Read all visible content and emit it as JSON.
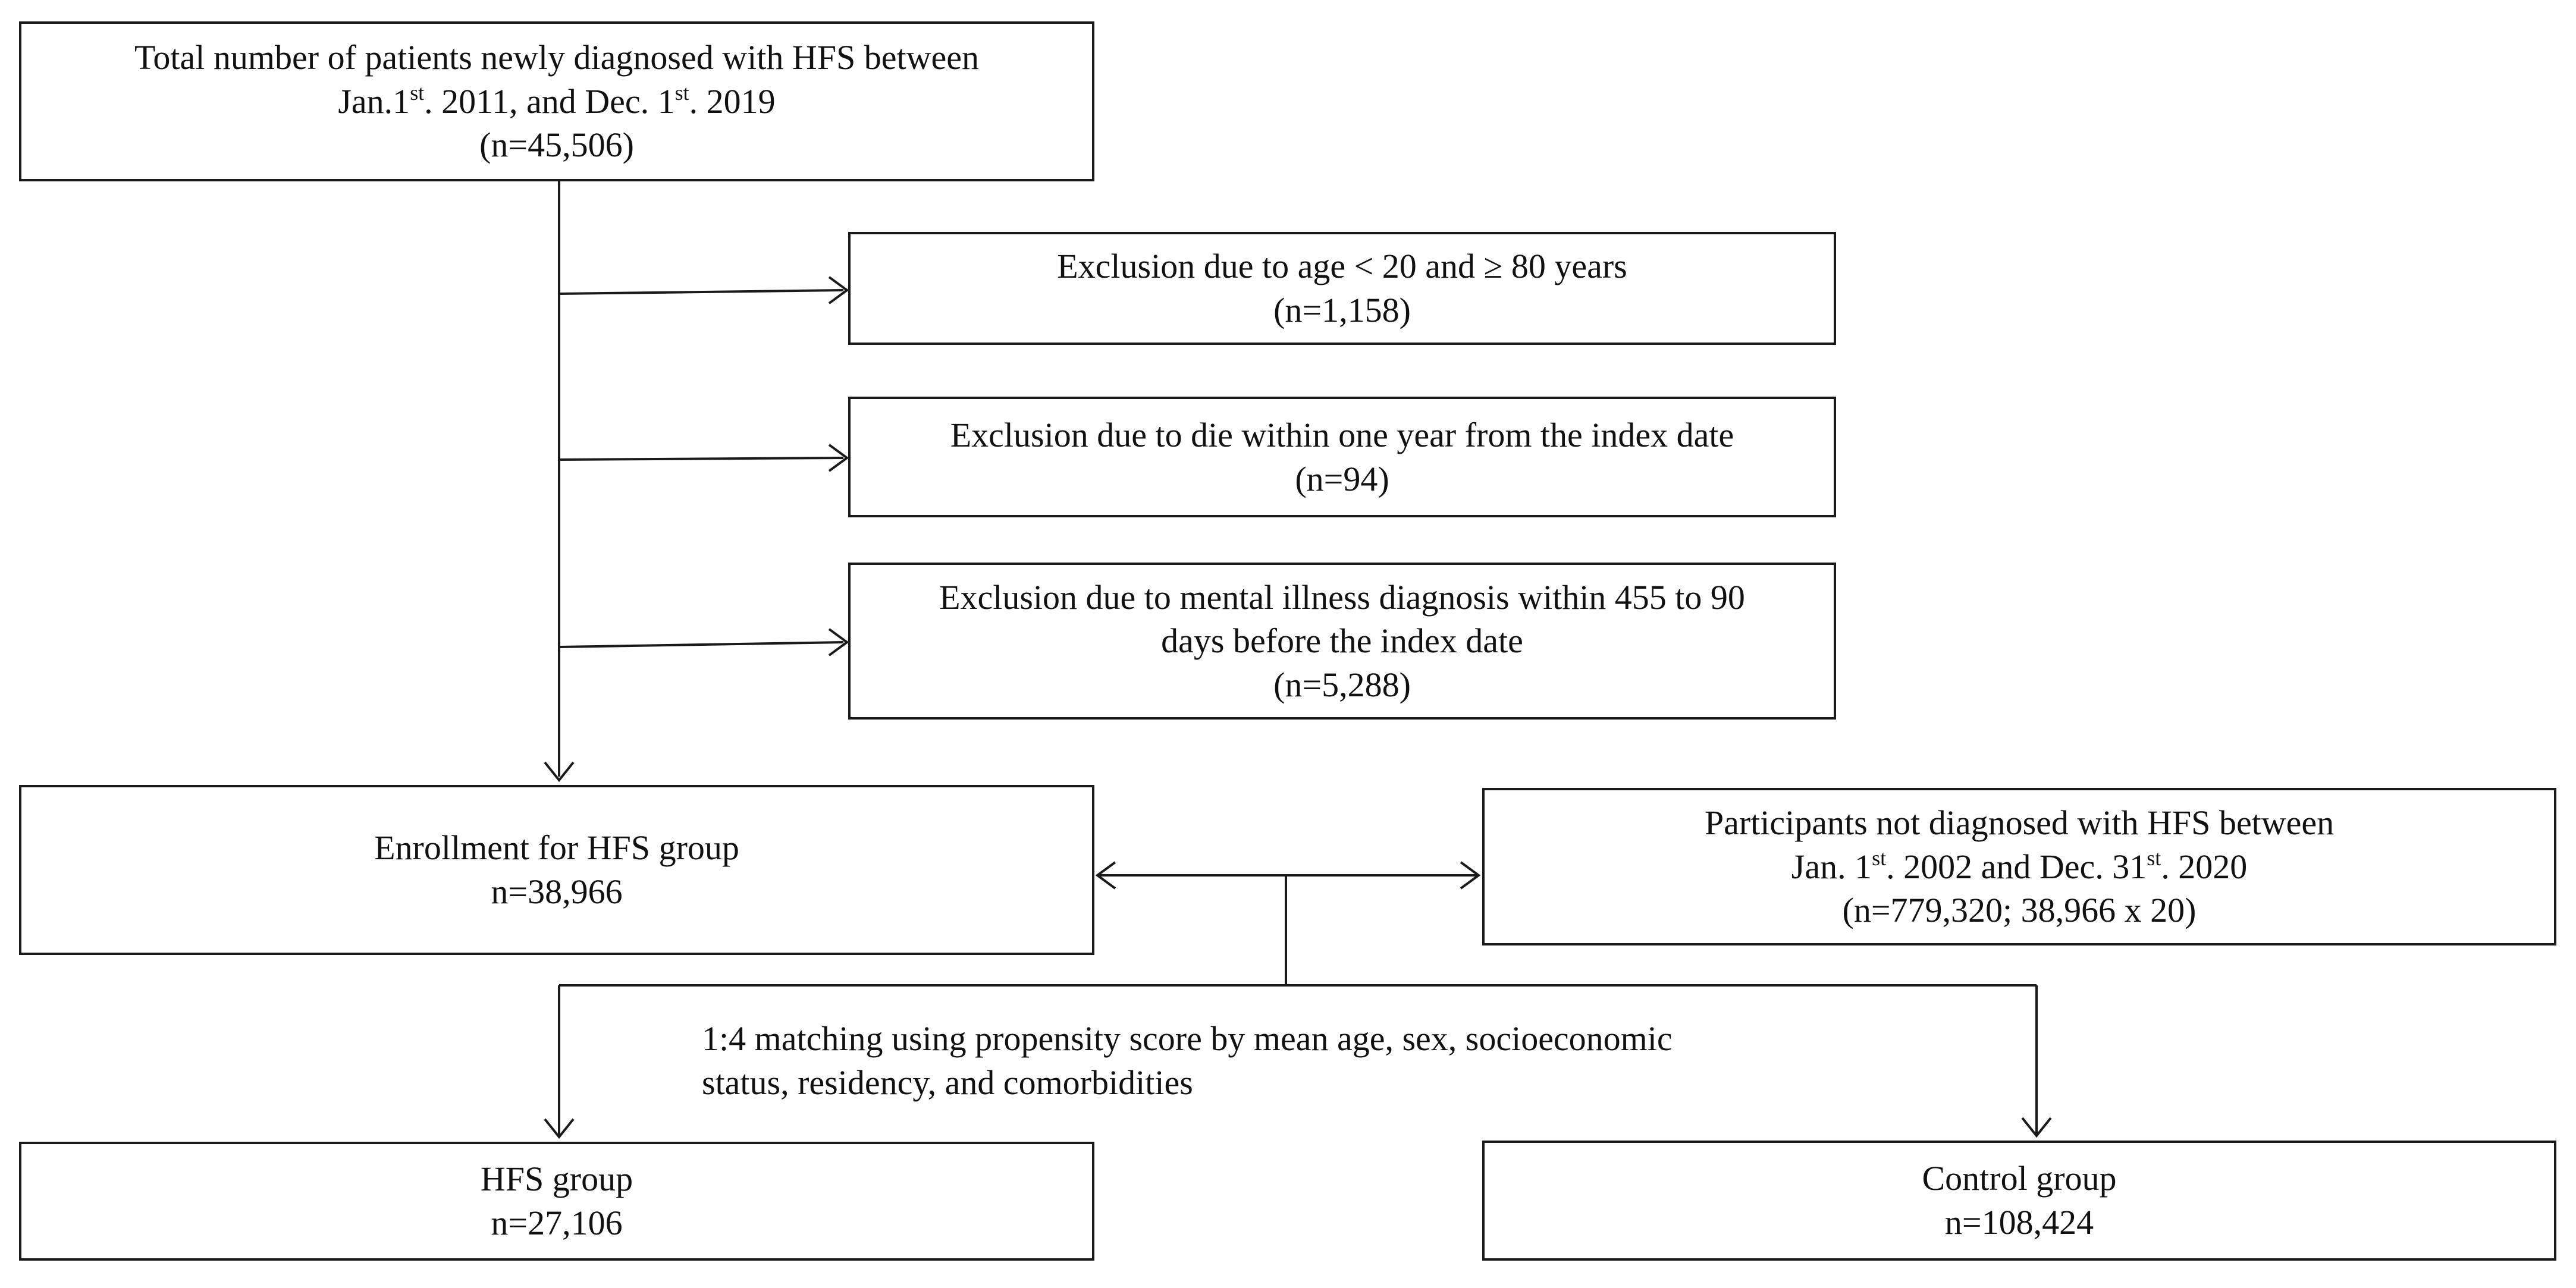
{
  "boxes": {
    "total": {
      "line1": "Total number of patients newly diagnosed with HFS between",
      "line2_a": "Jan.1",
      "line2_sup1": "st",
      "line2_b": ". 2011, and Dec. 1",
      "line2_sup2": "st",
      "line2_c": ".  2019",
      "line3": "(n=45,506)"
    },
    "exclusion_age": {
      "line1": "Exclusion due to age < 20 and ≥ 80 years",
      "line2": "(n=1,158)"
    },
    "exclusion_death": {
      "line1": "Exclusion due to die within one year from the index date",
      "line2": "(n=94)"
    },
    "exclusion_mental": {
      "line1": "Exclusion due to mental illness diagnosis within 455 to 90",
      "line2": "days before the index date",
      "line3": "(n=5,288)"
    },
    "enrollment": {
      "line1": "Enrollment for HFS group",
      "line2": "n=38,966"
    },
    "participants": {
      "line1": "Participants not diagnosed with HFS between",
      "line2_a": "Jan. 1",
      "line2_sup1": "st",
      "line2_b": ". 2002 and Dec. 31",
      "line2_sup2": "st",
      "line2_c": ". 2020",
      "line3": "(n=779,320; 38,966 x 20)"
    },
    "hfs_group": {
      "line1": "HFS group",
      "line2": "n=27,106"
    },
    "control_group": {
      "line1": "Control group",
      "line2": "n=108,424"
    }
  },
  "matching": {
    "line1": "1:4 matching using propensity score by mean age, sex, socioeconomic",
    "line2": "status, residency, and comorbidities"
  }
}
